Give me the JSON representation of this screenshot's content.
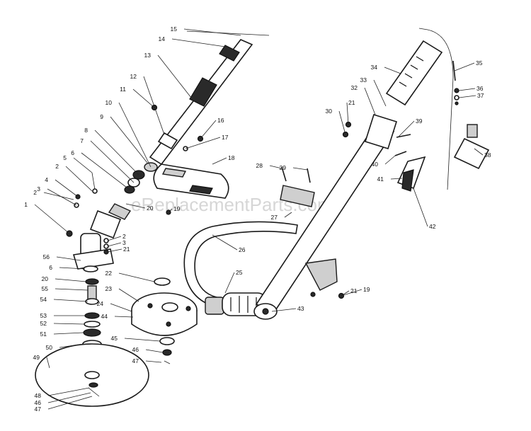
{
  "diagram": {
    "watermark": "eReplacementParts.com",
    "labels": [
      "1",
      "2",
      "3",
      "2",
      "4",
      "5",
      "6",
      "7",
      "8",
      "9",
      "10",
      "11",
      "12",
      "13",
      "14",
      "15",
      "16",
      "17",
      "18",
      "19",
      "20",
      "21",
      "2",
      "3",
      "21",
      "56",
      "6",
      "20",
      "55",
      "54",
      "53",
      "52",
      "51",
      "50",
      "49",
      "48",
      "46",
      "47",
      "22",
      "23",
      "24",
      "44",
      "45",
      "46",
      "47",
      "25",
      "26",
      "27",
      "28",
      "29",
      "30",
      "21",
      "32",
      "33",
      "34",
      "35",
      "36",
      "37",
      "38",
      "39",
      "40",
      "41",
      "42",
      "43",
      "19"
    ],
    "colors": {
      "line": "#1a1a1a",
      "watermark": "#d6d6d6",
      "background": "#ffffff"
    }
  }
}
